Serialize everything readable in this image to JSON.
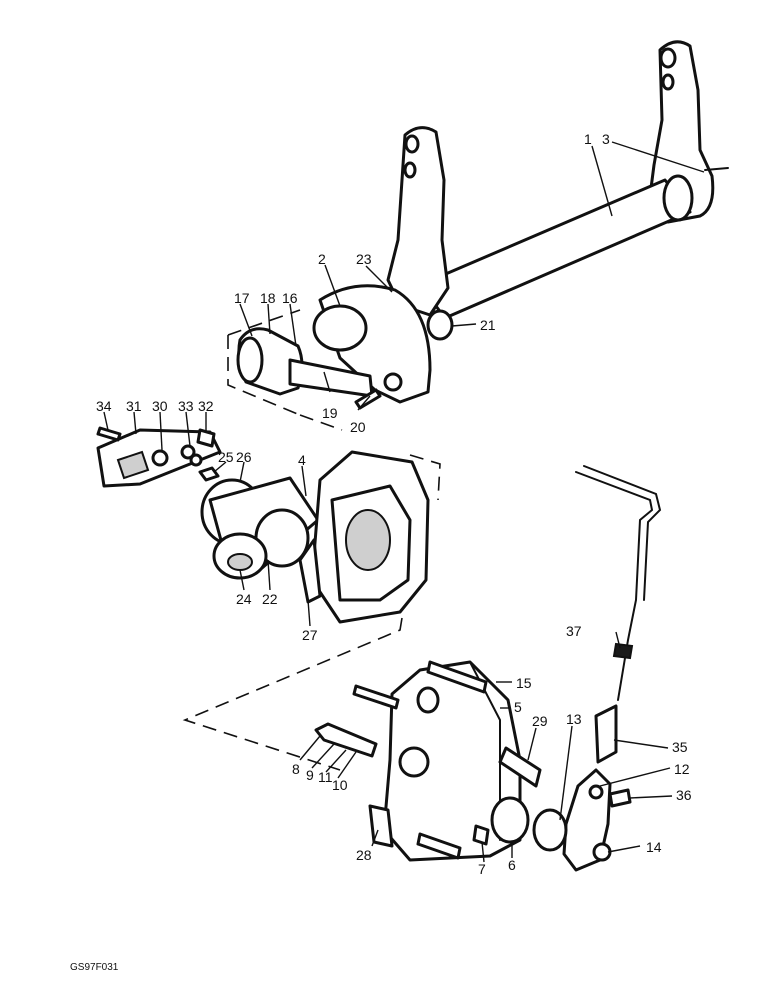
{
  "figure_code": "GS97F031",
  "callouts": [
    "1",
    "2",
    "3",
    "4",
    "5",
    "6",
    "7",
    "8",
    "9",
    "10",
    "11",
    "12",
    "13",
    "14",
    "15",
    "16",
    "17",
    "18",
    "19",
    "20",
    "21",
    "22",
    "23",
    "24",
    "25",
    "26",
    "27",
    "28",
    "29",
    "30",
    "31",
    "32",
    "33",
    "34",
    "35",
    "36",
    "37"
  ]
}
